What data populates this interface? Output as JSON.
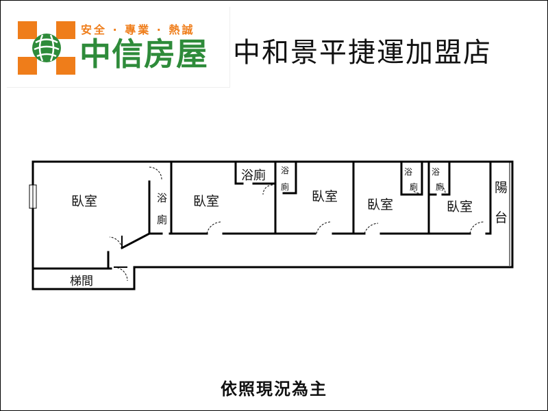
{
  "header": {
    "slogan": "安全 · 專業 · 熱誠",
    "brand": "中信房屋",
    "store_name": "中和景平捷運加盟店"
  },
  "colors": {
    "brand_orange": "#ef7d1a",
    "brand_green": "#2e8b3a",
    "wall": "#000000"
  },
  "icons": {
    "logo": "globe-logo-icon"
  },
  "floorplan": {
    "room1": "臥室",
    "wc1": "浴廁",
    "room2": "臥室",
    "wc2": "浴廁",
    "wc3": "浴廁",
    "room3": "臥室",
    "room4": "臥室",
    "wc4": "浴廁",
    "wc5": "浴廁",
    "room5": "臥室",
    "balcony": "陽台",
    "stairs": "梯間"
  },
  "footer": {
    "note": "依照現況為主"
  }
}
